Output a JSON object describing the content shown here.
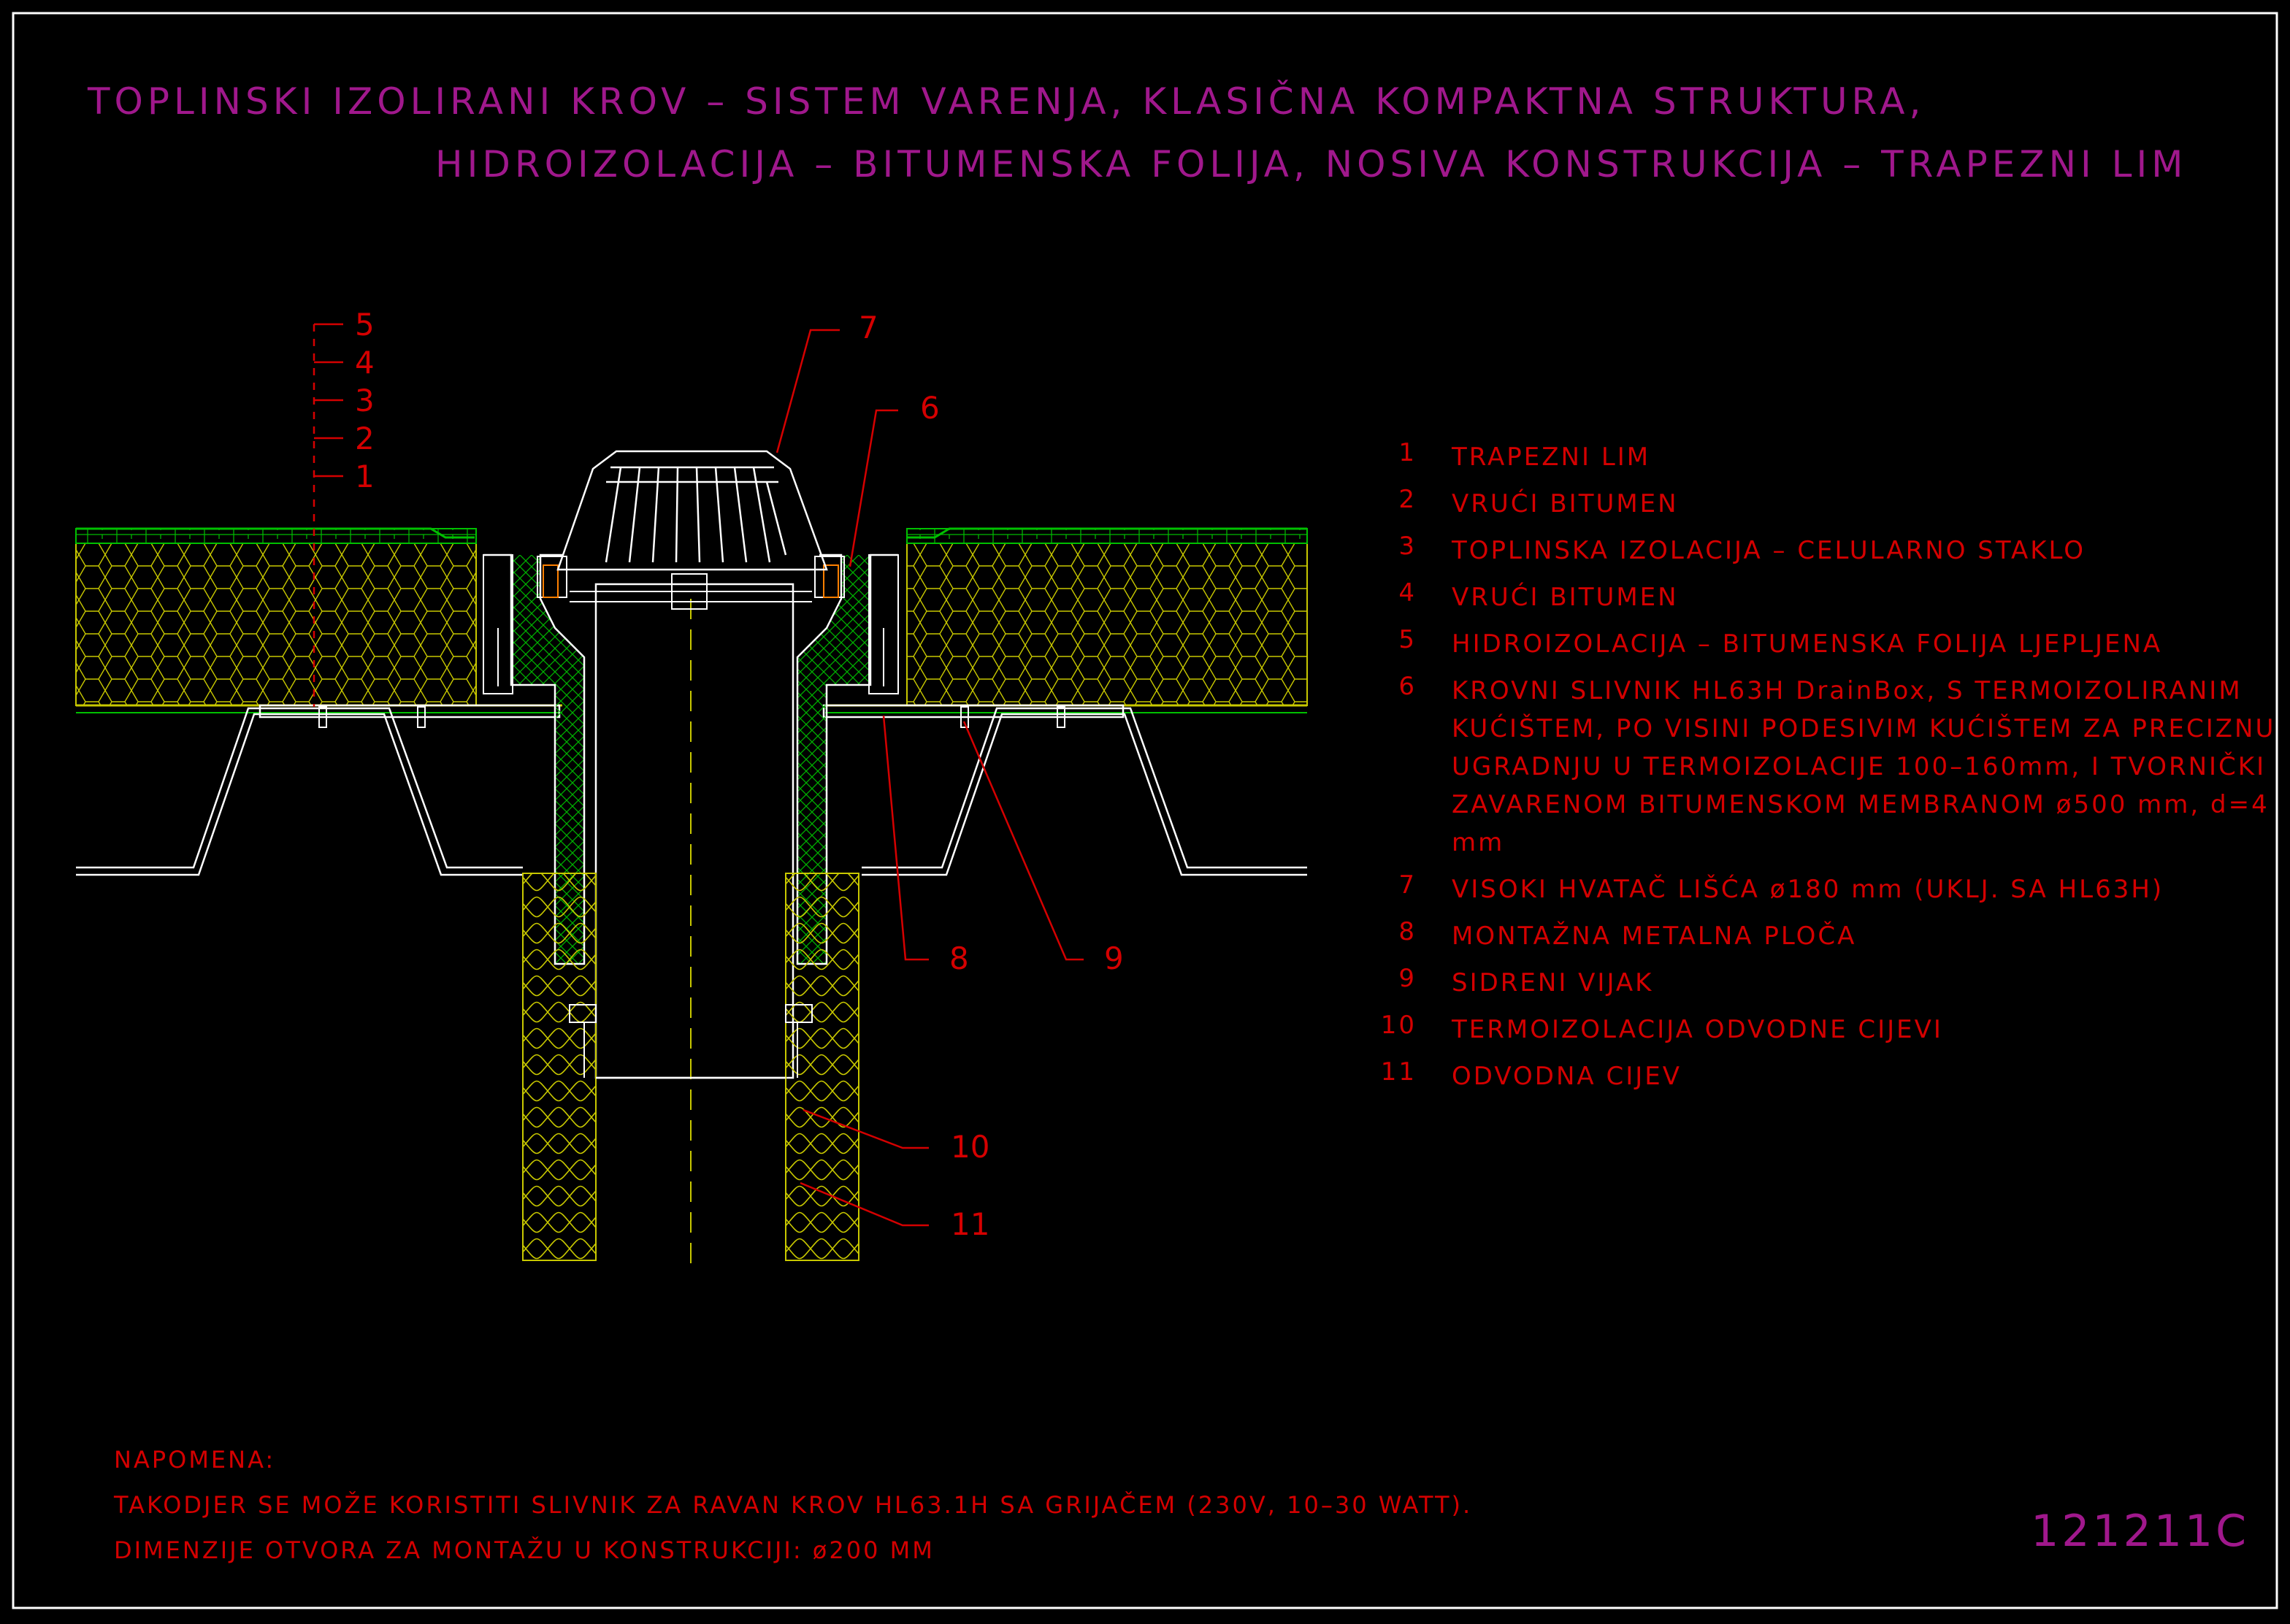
{
  "title": {
    "line1": "TOPLINSKI IZOLIRANI KROV – SISTEM VARENJA, KLASIČNA KOMPAKTNA STRUKTURA,",
    "line2": "HIDROIZOLACIJA – BITUMENSKA FOLIJA, NOSIVA KONSTRUKCIJA – TRAPEZNI LIM"
  },
  "layer_callouts": [
    "5",
    "4",
    "3",
    "2",
    "1"
  ],
  "callouts": {
    "c6": "6",
    "c7": "7",
    "c8": "8",
    "c9": "9",
    "c10": "10",
    "c11": "11"
  },
  "legend": [
    {
      "num": "1",
      "text": "TRAPEZNI LIM"
    },
    {
      "num": "2",
      "text": "VRUĆI BITUMEN"
    },
    {
      "num": "3",
      "text": "TOPLINSKA IZOLACIJA – CELULARNO STAKLO"
    },
    {
      "num": "4",
      "text": "VRUĆI BITUMEN"
    },
    {
      "num": "5",
      "text": "HIDROIZOLACIJA – BITUMENSKA FOLIJA LJEPLJENA"
    },
    {
      "num": "6",
      "text": "KROVNI SLIVNIK HL63H DrainBox, S TERMOIZOLIRANIM",
      "cont": [
        "KUĆIŠTEM, PO VISINI PODESIVIM KUĆIŠTEM ZA PRECIZNU",
        "UGRADNJU U TERMOIZOLACIJE 100–160mm, I TVORNIČKI",
        "ZAVARENOM BITUMENSKOM MEMBRANOM ø500 mm, d=4 mm"
      ]
    },
    {
      "num": "7",
      "text": "VISOKI HVATAČ LIŠĆA ø180 mm (UKLJ. SA HL63H)"
    },
    {
      "num": "8",
      "text": "MONTAŽNA METALNA PLOČA"
    },
    {
      "num": "9",
      "text": "SIDRENI VIJAK"
    },
    {
      "num": "10",
      "text": "TERMOIZOLACIJA ODVODNE CIJEVI"
    },
    {
      "num": "11",
      "text": "ODVODNA CIJEV"
    }
  ],
  "notes": {
    "heading": "NAPOMENA:",
    "line1": "TAKODJER SE MOŽE KORISTITI SLIVNIK ZA RAVAN KROV HL63.1H SA GRIJAČEM (230V, 10–30 WATT).",
    "line2": "DIMENZIJE OTVORA ZA MONTAŽU U KONSTRUKCIJI: ø200 MM"
  },
  "drawing_code": "121211C",
  "colors": {
    "background": "#000000",
    "frame": "#ffffff",
    "title": "#a0188c",
    "text": "#d40000",
    "insulation": "#c8c800",
    "membrane": "#00c000",
    "structure": "#ffffff"
  }
}
